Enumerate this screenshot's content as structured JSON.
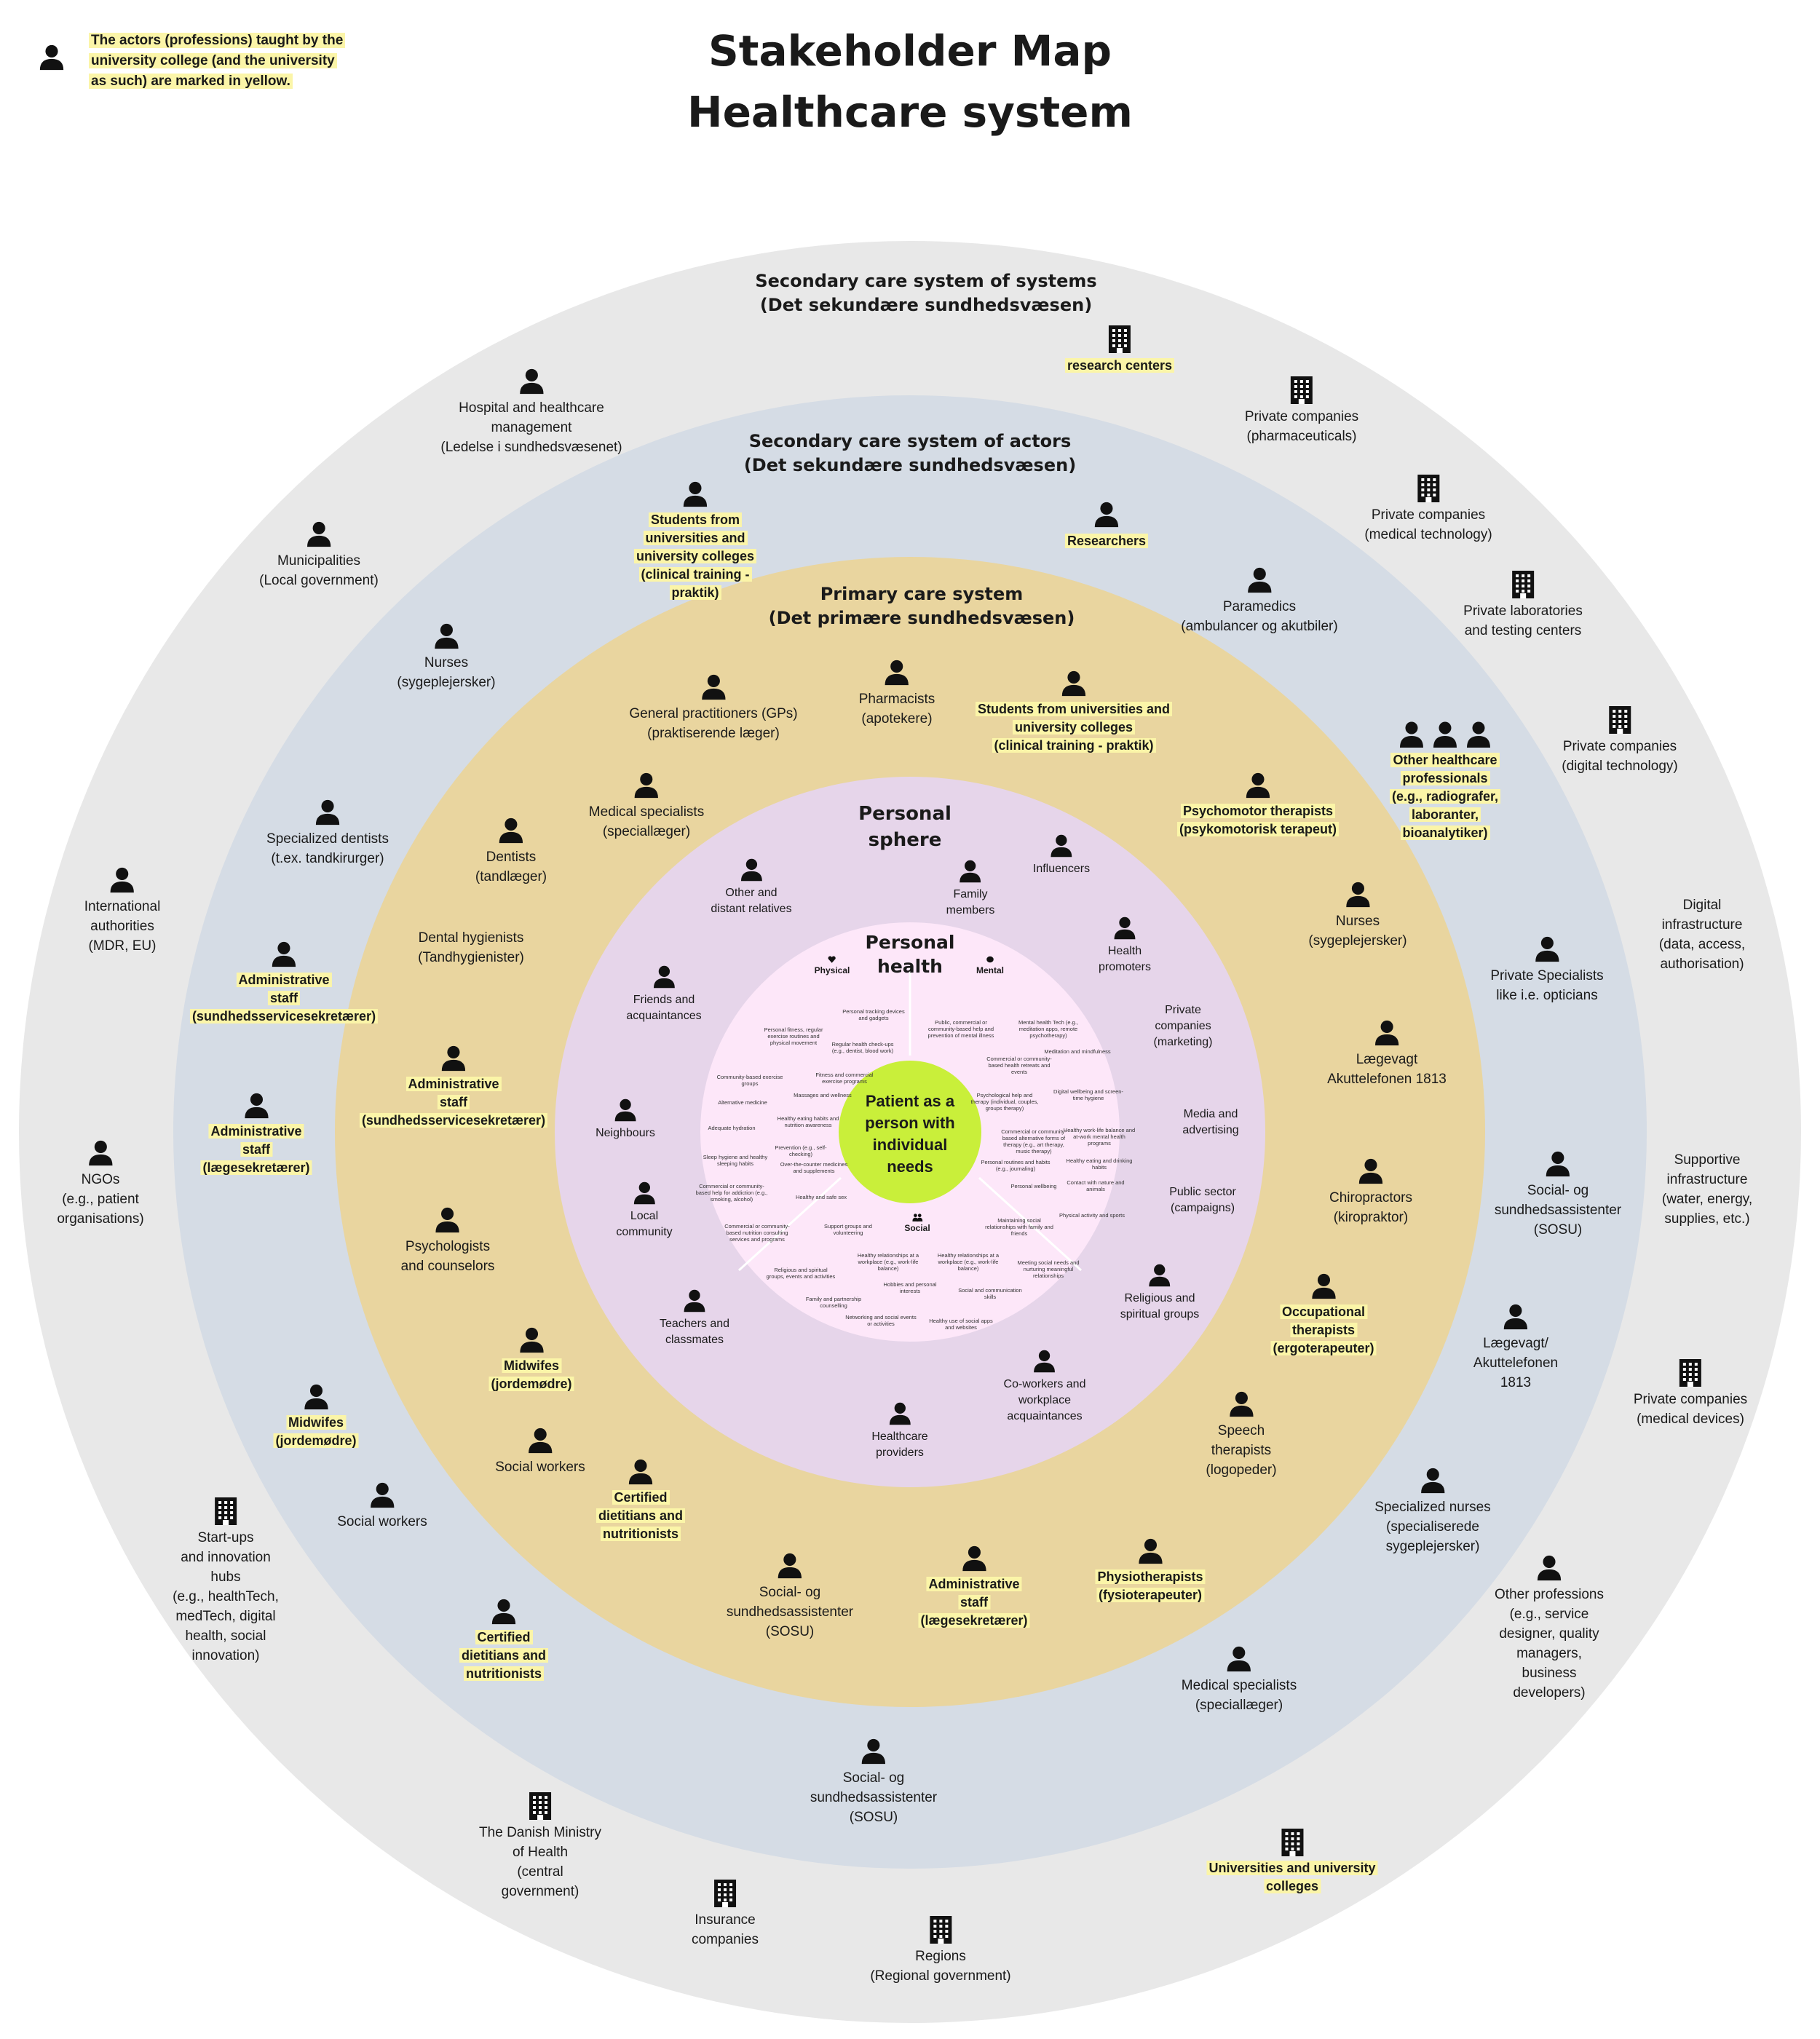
{
  "header": {
    "title_lines": [
      "Stakeholder Map",
      "Healthcare system"
    ],
    "legend_lines": [
      "The actors (professions) taught by the",
      "university college (and the university",
      "as such) are marked in yellow."
    ]
  },
  "colors": {
    "ring_systems": "#e8e8e8",
    "ring_actors": "#d5dce5",
    "ring_primary": "#e9d59f",
    "ring_personal": "#e6d5ea",
    "ring_health": "#fde7f9",
    "center": "#c9ef3a",
    "highlight": "#fbf5a8"
  },
  "ring_labels": {
    "secondary_systems": [
      "Secondary care system of systems",
      "(Det sekundære sundhedsvæsen)"
    ],
    "secondary_actors": [
      "Secondary care system of actors",
      "(Det sekundære sundhedsvæsen)"
    ],
    "primary": [
      "Primary care system",
      "(Det primære sundhedsvæsen)"
    ],
    "personal": [
      "Personal",
      "sphere"
    ],
    "health": [
      "Personal",
      "health"
    ]
  },
  "center": {
    "lines": [
      "Patient as a",
      "person with",
      "individual",
      "needs"
    ]
  },
  "quadrants": {
    "physical": "Physical",
    "mental": "Mental",
    "social": "Social"
  },
  "health_items": [
    "Personal tracking devices and gadgets",
    "Personal fitness, regular exercise routines and physical movement",
    "Regular health check-ups (e.g., dentist, blood work)",
    "Fitness and commercial exercise programs",
    "Community-based exercise groups",
    "Massages and wellness",
    "Alternative medicine",
    "Healthy eating habits and nutrition awareness",
    "Adequate hydration",
    "Prevention (e.g., self-checking)",
    "Over-the-counter medicines and supplements",
    "Sleep hygiene and healthy sleeping habits",
    "Commercial or community-based help for addiction (e.g., smoking, alcohol)",
    "Healthy and safe sex",
    "Commercial or community-based nutrition consulting services and programs",
    "Public, commercial or community-based help and prevention of mental illness",
    "Mental health Tech (e.g., meditation apps, remote psychotherapy)",
    "Commercial or community-based health retreats and events",
    "Meditation and mindfulness",
    "Psychological help and therapy (individual, couples, groups therapy)",
    "Digital wellbeing and screen-time hygiene",
    "Commercial or community-based alternative forms of therapy (e.g., art therapy, music therapy)",
    "Healthy work-life balance and at-work mental health programs",
    "Personal routines and habits (e.g., journaling)",
    "Healthy eating and drinking habits",
    "Personal wellbeing",
    "Contact with nature and animals",
    "Maintaining social relationships with family and friends",
    "Physical activity and sports",
    "Support groups and volunteering",
    "Healthy relationships at a workplace (e.g., work-life balance)",
    "Healthy relationships at a workplace (e.g., work-life balance)",
    "Meeting social needs and nurturing meaningful relationships",
    "Religious and spiritual groups, events and activities",
    "Hobbies and personal interests",
    "Family and partnership counselling",
    "Social and communication skills",
    "Networking and social events or activities",
    "Healthy use of social apps and websites"
  ],
  "actors": [
    {
      "label": [
        "research centers"
      ],
      "icon": "building-icon",
      "hl": true
    },
    {
      "label": [
        "Private companies",
        "(pharmaceuticals)"
      ],
      "icon": "building-icon",
      "hl": false
    },
    {
      "label": [
        "Private companies",
        "(medical technology)"
      ],
      "icon": "building-icon",
      "hl": false
    },
    {
      "label": [
        "Private laboratories",
        "and testing centers"
      ],
      "icon": "building-icon",
      "hl": false
    },
    {
      "label": [
        "Private companies",
        "(digital technology)"
      ],
      "icon": "building-icon",
      "hl": false
    },
    {
      "label": [
        "Digital",
        "infrastructure",
        "(data, access,",
        "authorisation)"
      ],
      "icon": "",
      "hl": false
    },
    {
      "label": [
        "Supportive",
        "infrastructure",
        "(water, energy,",
        "supplies, etc.)"
      ],
      "icon": "",
      "hl": false
    },
    {
      "label": [
        "Private companies",
        "(medical devices)"
      ],
      "icon": "building-icon",
      "hl": false
    },
    {
      "label": [
        "Other professions",
        "(e.g., service",
        "designer, quality",
        "managers,",
        "business",
        "developers)"
      ],
      "icon": "person-icon",
      "hl": false
    },
    {
      "label": [
        "Universities and university",
        "colleges"
      ],
      "icon": "building-icon",
      "hl": true
    },
    {
      "label": [
        "Regions",
        "(Regional government)"
      ],
      "icon": "building-icon",
      "hl": false
    },
    {
      "label": [
        "Insurance",
        "companies"
      ],
      "icon": "building-icon",
      "hl": false
    },
    {
      "label": [
        "The Danish Ministry",
        "of Health",
        "(central",
        "government)"
      ],
      "icon": "building-icon",
      "hl": false
    },
    {
      "label": [
        "Start-ups",
        "and innovation",
        "hubs",
        "(e.g., healthTech,",
        "medTech, digital",
        "health, social",
        "innovation)"
      ],
      "icon": "building-icon",
      "hl": false
    },
    {
      "label": [
        "NGOs",
        "(e.g., patient",
        "organisations)"
      ],
      "icon": "person-icon",
      "hl": false
    },
    {
      "label": [
        "International",
        "authorities",
        "(MDR, EU)"
      ],
      "icon": "person-icon",
      "hl": false
    },
    {
      "label": [
        "Municipalities",
        "(Local government)"
      ],
      "icon": "person-icon",
      "hl": false
    },
    {
      "label": [
        "Hospital and healthcare",
        "management",
        "(Ledelse i sundhedsvæsenet)"
      ],
      "icon": "person-icon",
      "hl": false
    },
    {
      "label": [
        "Students from",
        "universities and",
        "university colleges",
        "(clinical training -",
        "praktik)"
      ],
      "icon": "person-icon",
      "hl": true
    },
    {
      "label": [
        "Researchers"
      ],
      "icon": "person-icon",
      "hl": true
    },
    {
      "label": [
        "Paramedics",
        "(ambulancer og akutbiler)"
      ],
      "icon": "person-icon",
      "hl": false
    },
    {
      "label": [
        "Other healthcare",
        "professionals",
        "(e.g., radiografer,",
        "laboranter,",
        "bioanalytiker)"
      ],
      "icon": "people-icon",
      "hl": true
    },
    {
      "label": [
        "Private Specialists",
        "like i.e. opticians"
      ],
      "icon": "person-icon",
      "hl": false
    },
    {
      "label": [
        "Social- og",
        "sundhedsassistenter",
        "(SOSU)"
      ],
      "icon": "person-icon",
      "hl": false
    },
    {
      "label": [
        "Lægevagt/",
        "Akuttelefonen",
        "1813"
      ],
      "icon": "person-icon",
      "hl": false
    },
    {
      "label": [
        "Specialized nurses",
        "(specialiserede",
        "sygeplejersker)"
      ],
      "icon": "person-icon",
      "hl": false
    },
    {
      "label": [
        "Medical specialists",
        "(speciallæger)"
      ],
      "icon": "person-icon",
      "hl": false
    },
    {
      "label": [
        "Social- og",
        "sundhedsassistenter",
        "(SOSU)"
      ],
      "icon": "person-icon",
      "hl": false
    },
    {
      "label": [
        "Certified",
        "dietitians and",
        "nutritionists"
      ],
      "icon": "person-icon",
      "hl": true
    },
    {
      "label": [
        "Social workers"
      ],
      "icon": "person-icon",
      "hl": false
    },
    {
      "label": [
        "Midwifes",
        "(jordemødre)"
      ],
      "icon": "person-icon",
      "hl": true
    },
    {
      "label": [
        "Administrative",
        "staff",
        "(lægesekretærer)"
      ],
      "icon": "person-icon",
      "hl": true
    },
    {
      "label": [
        "Administrative",
        "staff",
        "(sundhedsservicesekretærer)"
      ],
      "icon": "person-icon",
      "hl": true
    },
    {
      "label": [
        "Specialized dentists",
        "(t.ex. tandkirurger)"
      ],
      "icon": "person-icon",
      "hl": false
    },
    {
      "label": [
        "Nurses",
        "(sygeplejersker)"
      ],
      "icon": "person-icon",
      "hl": false
    },
    {
      "label": [
        "General practitioners (GPs)",
        "(praktiserende læger)"
      ],
      "icon": "person-icon",
      "hl": false
    },
    {
      "label": [
        "Pharmacists",
        "(apotekere)"
      ],
      "icon": "person-icon",
      "hl": false
    },
    {
      "label": [
        "Students from universities and",
        "university colleges",
        "(clinical training - praktik)"
      ],
      "icon": "person-icon",
      "hl": true
    },
    {
      "label": [
        "Psychomotor therapists",
        "(psykomotorisk terapeut)"
      ],
      "icon": "person-icon",
      "hl": true
    },
    {
      "label": [
        "Nurses",
        "(sygeplejersker)"
      ],
      "icon": "person-icon",
      "hl": false
    },
    {
      "label": [
        "Lægevagt",
        "Akuttelefonen 1813"
      ],
      "icon": "person-icon",
      "hl": false
    },
    {
      "label": [
        "Chiropractors",
        "(kiropraktor)"
      ],
      "icon": "person-icon",
      "hl": false
    },
    {
      "label": [
        "Occupational",
        "therapists",
        "(ergoterapeuter)"
      ],
      "icon": "person-icon",
      "hl": true
    },
    {
      "label": [
        "Speech",
        "therapists",
        "(logopeder)"
      ],
      "icon": "person-icon",
      "hl": false
    },
    {
      "label": [
        "Physiotherapists",
        "(fysioterapeuter)"
      ],
      "icon": "person-icon",
      "hl": true
    },
    {
      "label": [
        "Administrative",
        "staff",
        "(lægesekretærer)"
      ],
      "icon": "person-icon",
      "hl": true
    },
    {
      "label": [
        "Social- og",
        "sundhedsassistenter",
        "(SOSU)"
      ],
      "icon": "person-icon",
      "hl": false
    },
    {
      "label": [
        "Certified",
        "dietitians and",
        "nutritionists"
      ],
      "icon": "person-icon",
      "hl": true
    },
    {
      "label": [
        "Social workers"
      ],
      "icon": "person-icon",
      "hl": false
    },
    {
      "label": [
        "Midwifes",
        "(jordemødre)"
      ],
      "icon": "person-icon",
      "hl": true
    },
    {
      "label": [
        "Psychologists",
        "and counselors"
      ],
      "icon": "person-icon",
      "hl": false
    },
    {
      "label": [
        "Administrative",
        "staff",
        "(sundhedsservicesekretærer)"
      ],
      "icon": "person-icon",
      "hl": true
    },
    {
      "label": [
        "Dental hygienists",
        "(Tandhygienister)"
      ],
      "icon": "",
      "hl": false
    },
    {
      "label": [
        "Dentists",
        "(tandlæger)"
      ],
      "icon": "person-icon",
      "hl": false
    },
    {
      "label": [
        "Medical specialists",
        "(speciallæger)"
      ],
      "icon": "person-icon",
      "hl": false
    },
    {
      "label": [
        "Family",
        "members"
      ],
      "icon": "person-icon",
      "hl": false
    },
    {
      "label": [
        "Influencers"
      ],
      "icon": "person-icon",
      "hl": false
    },
    {
      "label": [
        "Health",
        "promoters"
      ],
      "icon": "person-icon",
      "hl": false
    },
    {
      "label": [
        "Private",
        "companies",
        "(marketing)"
      ],
      "icon": "",
      "hl": false
    },
    {
      "label": [
        "Media and",
        "advertising"
      ],
      "icon": "",
      "hl": false
    },
    {
      "label": [
        "Public sector",
        "(campaigns)"
      ],
      "icon": "",
      "hl": false
    },
    {
      "label": [
        "Religious and",
        "spiritual groups"
      ],
      "icon": "person-icon",
      "hl": false
    },
    {
      "label": [
        "Co-workers and",
        "workplace",
        "acquaintances"
      ],
      "icon": "person-icon",
      "hl": false
    },
    {
      "label": [
        "Healthcare",
        "providers"
      ],
      "icon": "person-icon",
      "hl": false
    },
    {
      "label": [
        "Teachers and",
        "classmates"
      ],
      "icon": "person-icon",
      "hl": false
    },
    {
      "label": [
        "Local",
        "community"
      ],
      "icon": "person-icon",
      "hl": false
    },
    {
      "label": [
        "Neighbours"
      ],
      "icon": "person-icon",
      "hl": false
    },
    {
      "label": [
        "Friends and",
        "acquaintances"
      ],
      "icon": "person-icon",
      "hl": false
    },
    {
      "label": [
        "Other and",
        "distant relatives"
      ],
      "icon": "person-icon",
      "hl": false
    }
  ]
}
